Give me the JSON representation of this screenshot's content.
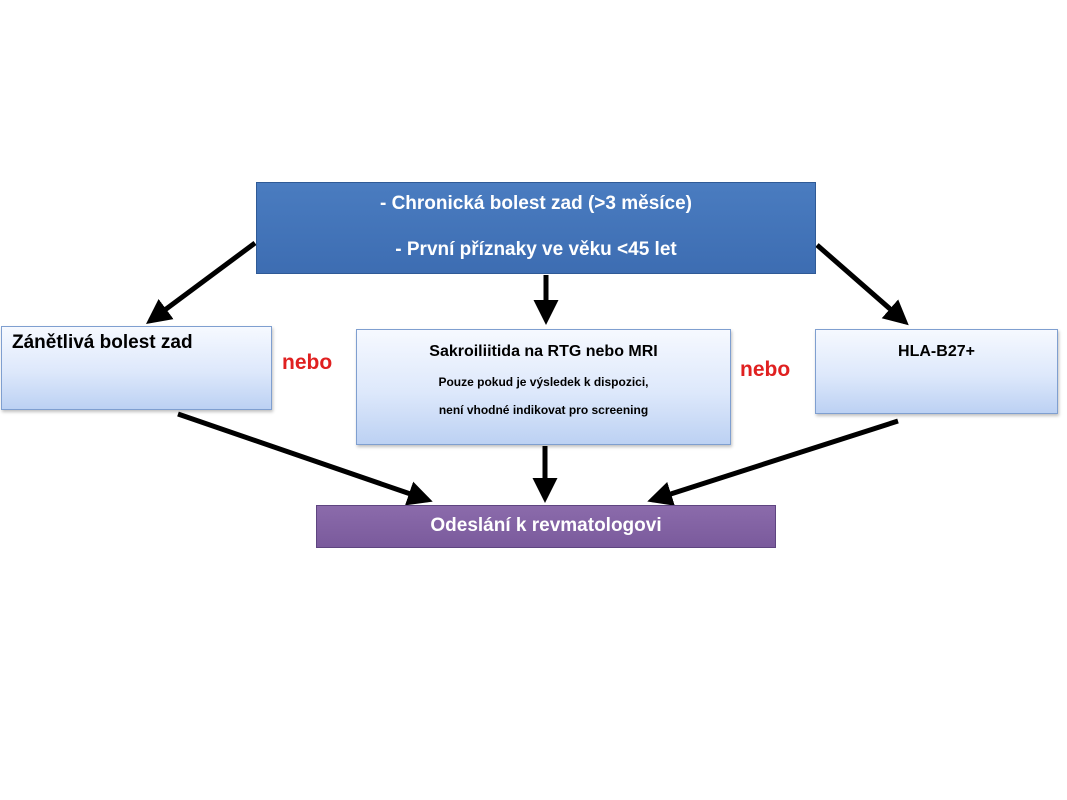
{
  "top_box": {
    "line1": "- Chronická  bolest  zad (>3 měsíce)",
    "line2": "- První  příznaky ve věku <45 let",
    "color": "#4a7cc0"
  },
  "left_box": {
    "label": "Zánětlivá bolest zad"
  },
  "middle_box": {
    "title": "Sakroiliitida na RTG nebo MRI",
    "note_line1": "Pouze   pokud  je výsledek k dispozici,",
    "note_line2": "není  vhodné indikovat pro  screening"
  },
  "right_box": {
    "label": "HLA-B27+"
  },
  "or_labels": {
    "left": "nebo",
    "right": "nebo",
    "color": "#e02020"
  },
  "bottom_box": {
    "label": "Odeslání k revmatologovi",
    "color": "#7f5fa0"
  },
  "arrow_color": "#000000"
}
